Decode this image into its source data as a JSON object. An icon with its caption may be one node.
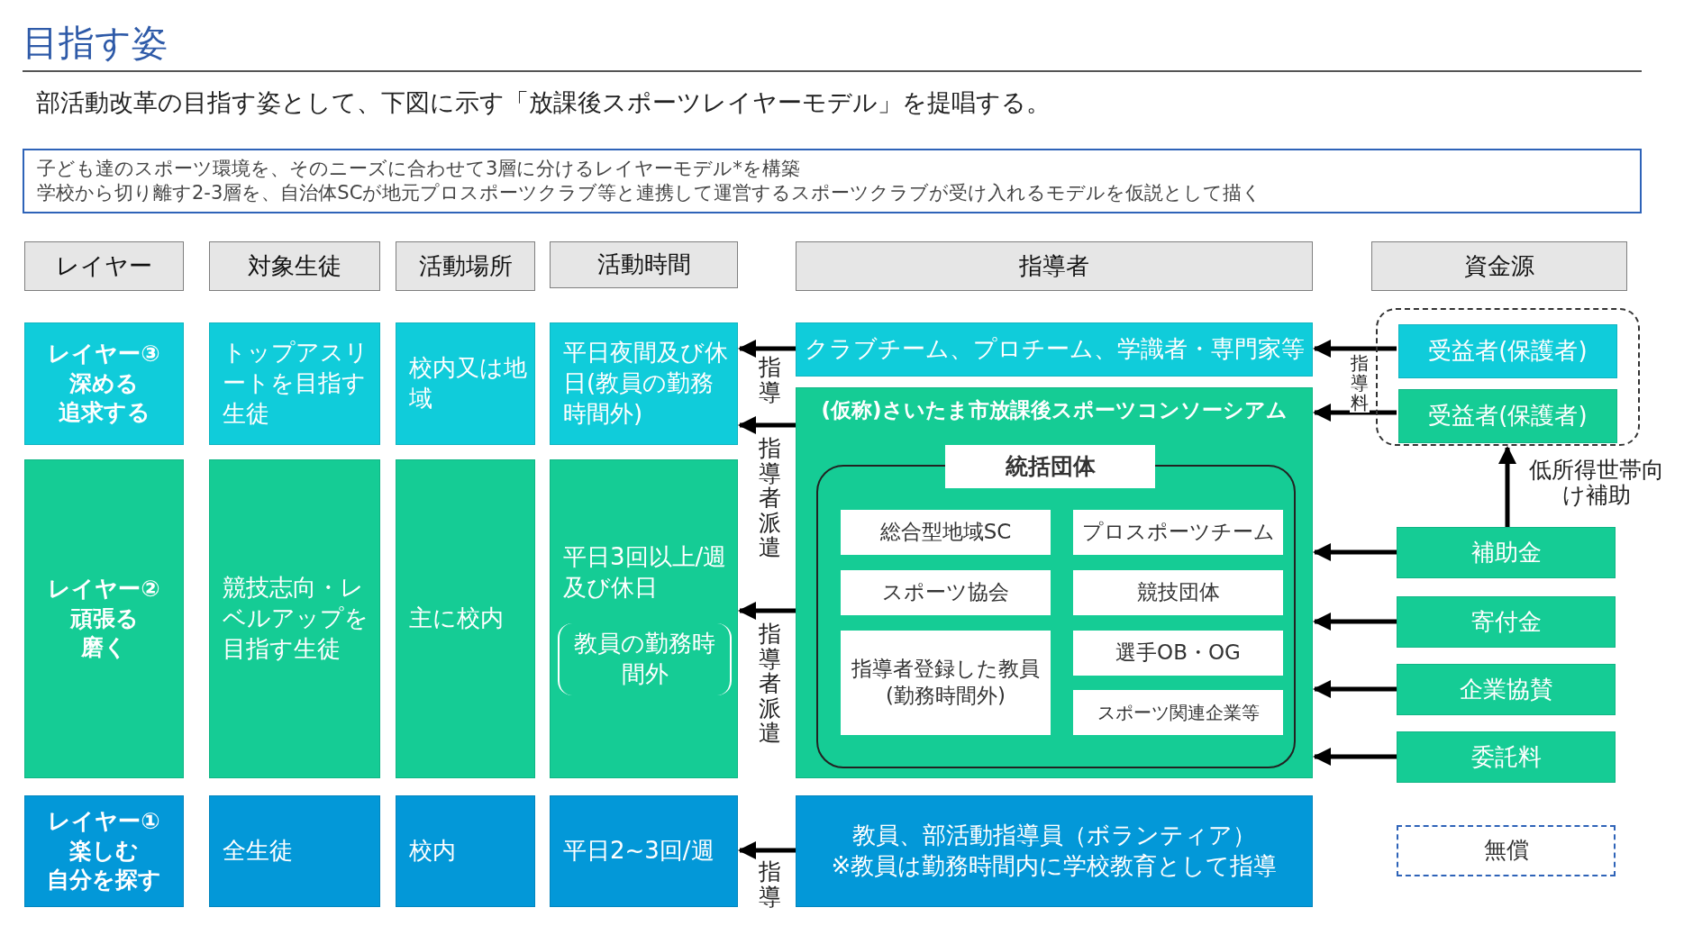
{
  "diagram": {
    "title": "目指す姿",
    "nodes": [
      {
        "text": [
          "子ども達のスポーツ環境を、そのニーズに合わせて3層に分けるレイヤーモデル*を構築",
          "学校から切り離す2-3層を、自治体SCが地元プロスポーツクラブ等と連携して運営するスポーツクラブが受け入れるモデルを仮説として描く"
        ]
      },
      {
        "text": [
          "レイヤー"
        ]
      },
      {
        "text": [
          "対象生徒"
        ]
      },
      {
        "text": [
          "活動場所"
        ]
      },
      {
        "text": [
          "活動時間"
        ]
      },
      {
        "text": [
          "指導者"
        ]
      },
      {
        "text": [
          "資金源"
        ]
      },
      {
        "text": [
          "レイヤー③",
          "深める",
          "追求する"
        ]
      },
      {
        "text": [
          "トップアスリートを目指す生徒"
        ]
      },
      {
        "text": [
          "校内又は地域"
        ]
      },
      {
        "text": [
          "平日夜間及び休日(教員の勤務時間外)"
        ]
      },
      {
        "text": [
          "クラブチーム、プロチーム、学識者・専門家等"
        ]
      },
      {
        "text": [],
        "shape": "box"
      },
      {
        "text": [
          "受益者(保護者)"
        ],
        "in": 12
      },
      {
        "text": [
          "受益者(保護者)"
        ],
        "in": 12
      },
      {
        "text": [
          "(仮称)さいたま市放課後スポーツコンソーシアム"
        ]
      },
      {
        "text": [],
        "shape": "box",
        "in": 15
      },
      {
        "text": [
          "統括団体"
        ],
        "in": 15
      },
      {
        "text": [
          "総合型地域SC"
        ],
        "in": 16
      },
      {
        "text": [
          "プロスポーツチーム"
        ],
        "in": 16
      },
      {
        "text": [
          "スポーツ協会"
        ],
        "in": 16
      },
      {
        "text": [
          "競技団体"
        ],
        "in": 16
      },
      {
        "text": [
          "指導者登録した教員(勤務時間外)"
        ],
        "in": 16
      },
      {
        "text": [
          "選手OB・OG"
        ],
        "in": 16
      },
      {
        "text": [
          "スポーツ関連企業等"
        ],
        "in": 16
      },
      {
        "text": [
          "レイヤー②",
          "頑張る",
          "磨く"
        ]
      },
      {
        "text": [
          "競技志向・レベルアップを目指す生徒"
        ]
      },
      {
        "text": [
          "主に校内"
        ]
      },
      {
        "text": [
          "平日3回以上/週及び休日",
          "教員の勤務時間外"
        ]
      },
      {
        "text": [
          "補助金"
        ]
      },
      {
        "text": [
          "寄付金"
        ]
      },
      {
        "text": [
          "企業協賛"
        ]
      },
      {
        "text": [
          "委託料"
        ]
      },
      {
        "text": [
          "レイヤー①",
          "楽しむ",
          "自分を探す"
        ]
      },
      {
        "text": [
          "全生徒"
        ]
      },
      {
        "text": [
          "校内"
        ]
      },
      {
        "text": [
          "平日2~3回/週"
        ]
      },
      {
        "text": [
          "教員、部活動指導員（ボランティア）",
          "※教員は勤務時間内に学校教育として指導"
        ]
      },
      {
        "text": [
          "無償"
        ]
      }
    ],
    "edges": [
      {
        "from": 11,
        "to": 10,
        "arrow": "to",
        "label": "指導"
      },
      {
        "from": 15,
        "to": 10,
        "arrow": "to",
        "label": "指導者派遣"
      },
      {
        "from": 15,
        "to": 28,
        "arrow": "to",
        "label": "指導者派遣"
      },
      {
        "from": 37,
        "to": 36,
        "arrow": "to",
        "label": "指導"
      },
      {
        "from": 13,
        "to": 11,
        "arrow": "to",
        "label": "指導料"
      },
      {
        "from": 14,
        "to": 15,
        "arrow": "to"
      },
      {
        "from": 29,
        "to": 12,
        "arrow": "to",
        "label": "低所得世帯向け補助"
      },
      {
        "from": 29,
        "to": 15,
        "arrow": "to"
      },
      {
        "from": 30,
        "to": 15,
        "arrow": "to"
      },
      {
        "from": 31,
        "to": 15,
        "arrow": "to"
      },
      {
        "from": 32,
        "to": 15,
        "arrow": "to"
      }
    ],
    "labels": [
      "部活動改革の目指す姿として、下図に示す「放課後スポーツレイヤーモデル」を提唱する。"
    ]
  }
}
